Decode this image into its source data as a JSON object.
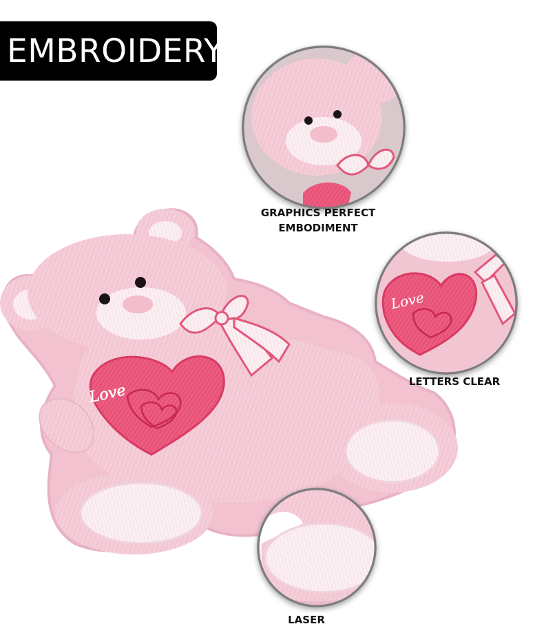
{
  "badge": {
    "title": "EMBROIDERY"
  },
  "captions": {
    "graphics_line1": "GRAPHICS PERFECT",
    "graphics_line2": "EMBODIMENT",
    "letters": "LETTERS CLEAR",
    "laser": "LASER"
  },
  "patch": {
    "heart_text": "Love"
  },
  "colors": {
    "patch_pink": "#f5cdd8",
    "patch_light": "#fbeef2",
    "heart_red": "#e7486f",
    "outline": "#e2577a",
    "badge_bg": "#000000"
  }
}
